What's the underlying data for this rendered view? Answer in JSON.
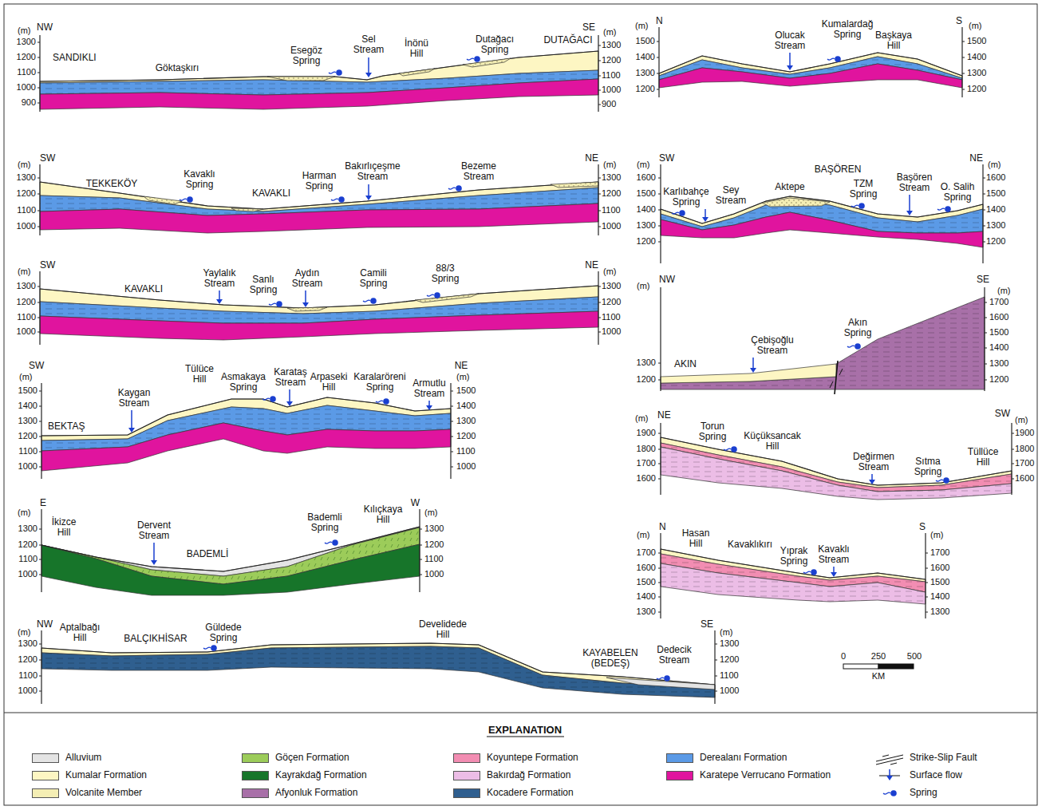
{
  "diagram": {
    "labels": [
      "(m)",
      "NW",
      "1300",
      "1200",
      "1100",
      "1000",
      "900",
      "SE",
      "(m)",
      "1300",
      "1200",
      "1100",
      "1000",
      "900",
      "SANDIKLI",
      "Göktaşkırı",
      "Esegöz Spring",
      "Sel Stream",
      "İnönü Hill",
      "Dutağacı Spring",
      "DUTAĞACI",
      "(m)",
      "N",
      "1500",
      "1400",
      "1300",
      "1200",
      "S",
      "(m)",
      "1500",
      "1400",
      "1300",
      "1200",
      "Olucak Stream",
      "Kumalardağ Spring",
      "Başkaya Hill",
      "(m)",
      "SW",
      "1300",
      "1200",
      "1100",
      "1000",
      "NE",
      "(m)",
      "1300",
      "1200",
      "1100",
      "1000",
      "TEKKEKÖY",
      "Kavaklı Spring",
      "KAVAKLI",
      "Harman Spring",
      "Bakırlıçeşme Stream",
      "Bezeme Stream",
      "(m)",
      "SW",
      "1300",
      "1200",
      "1100",
      "1000",
      "NE",
      "(m)",
      "1300",
      "1200",
      "1100",
      "1000",
      "KAVAKLI",
      "Yaylalık Stream",
      "Sanlı Spring",
      "Aydın Stream",
      "Camili Spring",
      "88/3 Spring",
      "SW",
      "(m)",
      "1500",
      "1400",
      "1300",
      "1200",
      "1100",
      "1000",
      "NE",
      "(m)",
      "1500",
      "1400",
      "1300",
      "1200",
      "1100",
      "1000",
      "BEKTAŞ",
      "Kaygan Stream",
      "Tülüce Hill",
      "Asmakaya Spring",
      "Karataş Stream",
      "Arpaseki Hill",
      "Karalaröreni Spring",
      "Armutlu Stream",
      "(m)",
      "E",
      "1300",
      "1200",
      "1100",
      "1000",
      "W",
      "(m)",
      "1300",
      "1200",
      "1100",
      "1000",
      "İkizce Hill",
      "Dervent Stream",
      "BADEMLİ",
      "Bademli Spring",
      "Kılıçkaya Hill",
      "(m)",
      "NW",
      "1300",
      "1200",
      "1100",
      "1000",
      "SE",
      "(m)",
      "1300",
      "1200",
      "1100",
      "1000",
      "Aptalbağı Hill",
      "BALÇIKHİSAR",
      "Güldede Spring",
      "Develidede Hill",
      "KAYABELEN (BEDEŞ)",
      "Dedecik Stream",
      "(m)",
      "SW",
      "1600",
      "1500",
      "1400",
      "1300",
      "1200",
      "NE",
      "(m)",
      "1600",
      "1500",
      "1400",
      "1300",
      "1200",
      "Karlıbahçe Spring",
      "Sey Stream",
      "Aktepe",
      "BAŞÖREN",
      "TZM Spring",
      "Başören Stream",
      "O. Salih Spring",
      "(m)",
      "NW",
      "1300",
      "1200",
      "SE",
      "(m)",
      "1700",
      "1600",
      "1500",
      "1400",
      "1300",
      "1200",
      "AKIN",
      "Çebişoğlu Stream",
      "Akın Spring",
      "(m)",
      "NE",
      "1900",
      "1800",
      "1700",
      "1600",
      "SW",
      "(m)",
      "1900",
      "1800",
      "1700",
      "1600",
      "Torun Spring",
      "Küçüksancak Hill",
      "Değirmen Stream",
      "Sıtma Spring",
      "Tüllüce Hill",
      "(m)",
      "N",
      "1700",
      "1600",
      "1500",
      "1400",
      "1300",
      "S",
      "(m)",
      "1700",
      "1600",
      "1500",
      "1400",
      "1300",
      "Hasan Hill",
      "Kavaklıkırı",
      "Yıprak Spring",
      "Kavaklı Stream",
      "0",
      "250",
      "500",
      "KM",
      "EXPLANATION"
    ],
    "legend": [
      {
        "text": "Alluvium",
        "color": "#e4e4e4"
      },
      {
        "text": "Kumalar Formation",
        "color": "#fdf6c3"
      },
      {
        "text": "Volcanite Member",
        "color": "#f4eeb4"
      },
      {
        "text": "Göçen Formation",
        "color": "#9ccc5a"
      },
      {
        "text": "Kayrakdağ Formation",
        "color": "#17752a"
      },
      {
        "text": "Afyonluk Formation",
        "color": "#a870a8"
      },
      {
        "text": "Koyuntepe Formation",
        "color": "#f28db2"
      },
      {
        "text": "Bakırdağ Formation",
        "color": "#ecbde6"
      },
      {
        "text": "Kocadere Formation",
        "color": "#2f5f8f"
      },
      {
        "text": "Derealanı Formation",
        "color": "#5b9ae6"
      },
      {
        "text": "Karatepe Verrucano Formation",
        "color": "#e0149e"
      },
      {
        "text": "Strike-Slip Fault"
      },
      {
        "text": "Surface flow"
      },
      {
        "text": "Spring"
      }
    ]
  }
}
